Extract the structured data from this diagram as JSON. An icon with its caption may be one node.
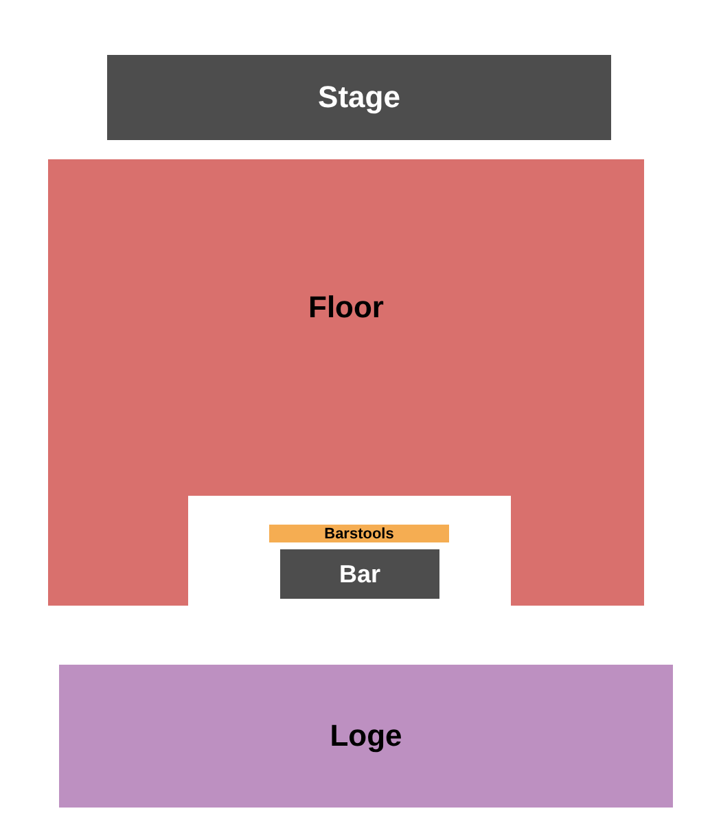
{
  "diagram": {
    "nodes": [
      {
        "text": [
          "Stage"
        ]
      },
      {
        "text": [
          "Floor"
        ]
      },
      {
        "text": [
          "Barstools"
        ]
      },
      {
        "text": [
          "Bar"
        ]
      },
      {
        "text": [
          "Loge"
        ]
      }
    ]
  }
}
